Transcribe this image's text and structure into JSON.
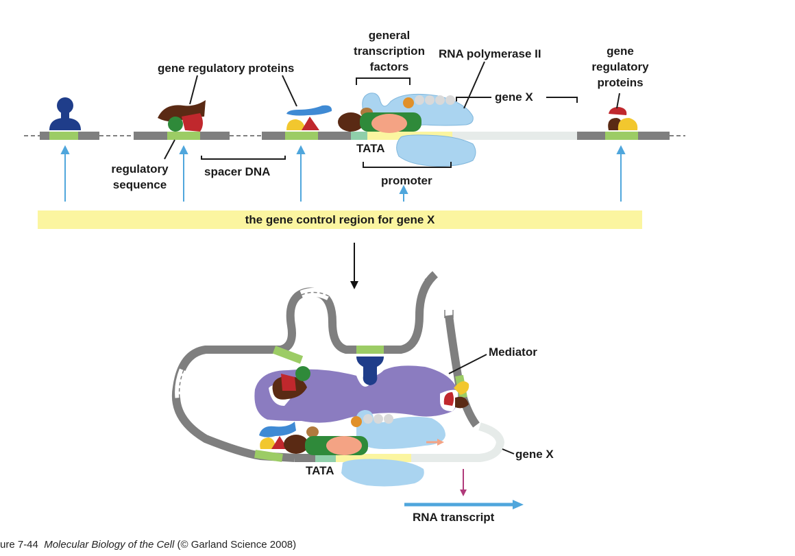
{
  "labels": {
    "gene_regulatory_proteins_left": "gene regulatory proteins",
    "general_tf_line1": "general",
    "general_tf_line2": "transcription",
    "general_tf_line3": "factors",
    "rna_pol_ii": "RNA polymerase II",
    "gene_reg_right_line1": "gene",
    "gene_reg_right_line2": "regulatory",
    "gene_reg_right_line3": "proteins",
    "gene_x_top": "gene X",
    "regulatory_line1": "regulatory",
    "regulatory_line2": "sequence",
    "spacer_dna": "spacer DNA",
    "tata_top": "TATA",
    "promoter": "promoter",
    "control_region": "the gene control region for gene X",
    "mediator": "Mediator",
    "gene_x_bottom": "gene X",
    "tata_bottom": "TATA",
    "rna_transcript": "RNA transcript"
  },
  "caption": {
    "prefix": "ure 7-44",
    "book": "Molecular Biology of the Cell",
    "suffix": "(© Garland Science 2008)"
  },
  "colors": {
    "dna_gray": "#7f7f7f",
    "regulatory_green": "#9ccc65",
    "yellow_band": "#fbf5a0",
    "blue_arrow": "#4fa6dc",
    "pol_blue": "#aad4f0",
    "mediator_purple": "#8b7cc0",
    "navy": "#1f3d8a",
    "maroon": "#5a2a14",
    "red": "#c0282d",
    "yellow": "#f2c72e",
    "green": "#2f8a3a",
    "salmon": "#f4a384"
  }
}
